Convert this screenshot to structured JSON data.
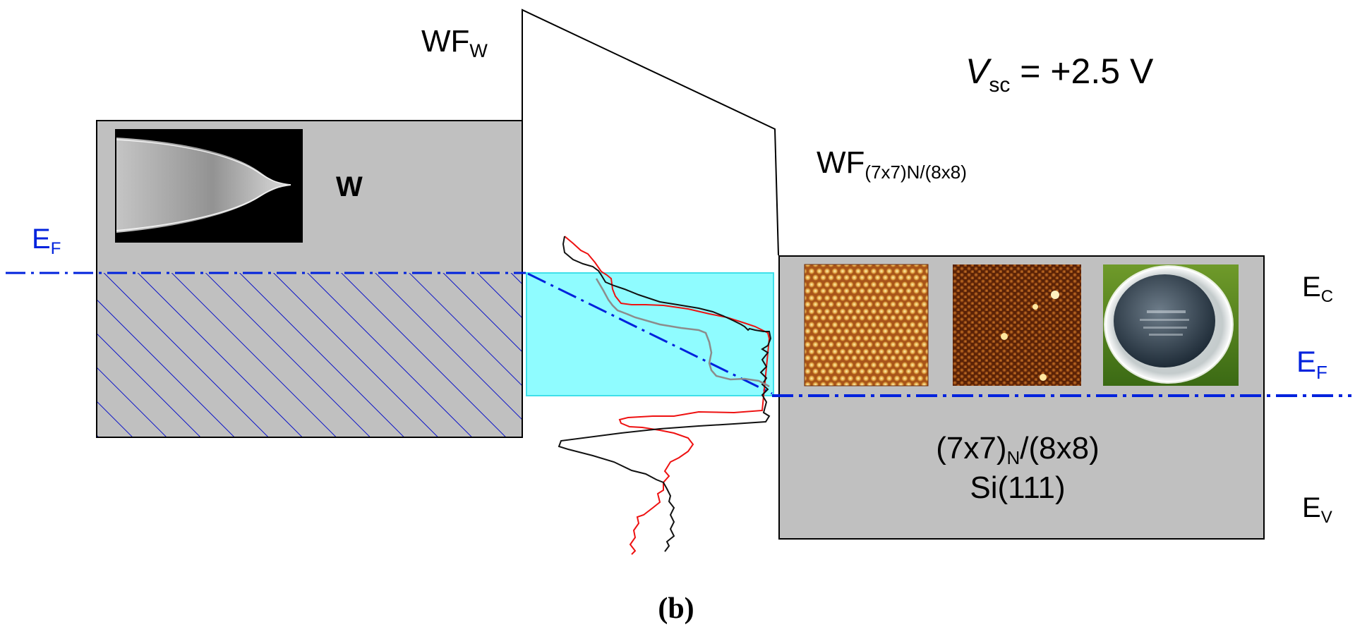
{
  "labels": {
    "wf_w_main": "WF",
    "wf_w_sub": "W",
    "vsc_v": "V",
    "vsc_sub": "sc",
    "vsc_value": " = +2.5 V",
    "wf_sample_main": "WF",
    "wf_sample_sub": "(7x7)N/(8x8)",
    "tip_label": "W",
    "ef_left_main": "E",
    "ef_left_sub": "F",
    "ec_main": "E",
    "ec_sub": "C",
    "ef_right_main": "E",
    "ef_right_sub": "F",
    "ev_main": "E",
    "ev_sub": "V",
    "sample_line1_pre": "(7x7)",
    "sample_line1_sub": "N",
    "sample_line1_post": "/(8x8)",
    "sample_line2": "Si(111)",
    "panel_letter": "b"
  },
  "colors": {
    "metal_fill": "#c0c0c0",
    "ef_line": "#0022dd",
    "hatch": "#0a12c8",
    "bias_window": "#8ffcff",
    "bias_window_edge": "#3fe0ea",
    "curve_red": "#ee1111",
    "curve_black": "#111111",
    "curve_gray": "#8c8c8c",
    "curve_teal": "#1d4a4a",
    "outline": "#000000"
  },
  "icons": {
    "tip_image": "tungsten-tip-micrograph",
    "stm_image_1": "stm-7x7-topography",
    "stm_image_2": "stm-8x8-topography",
    "wafer_photo": "silicon-wafer-in-petri-dish"
  }
}
